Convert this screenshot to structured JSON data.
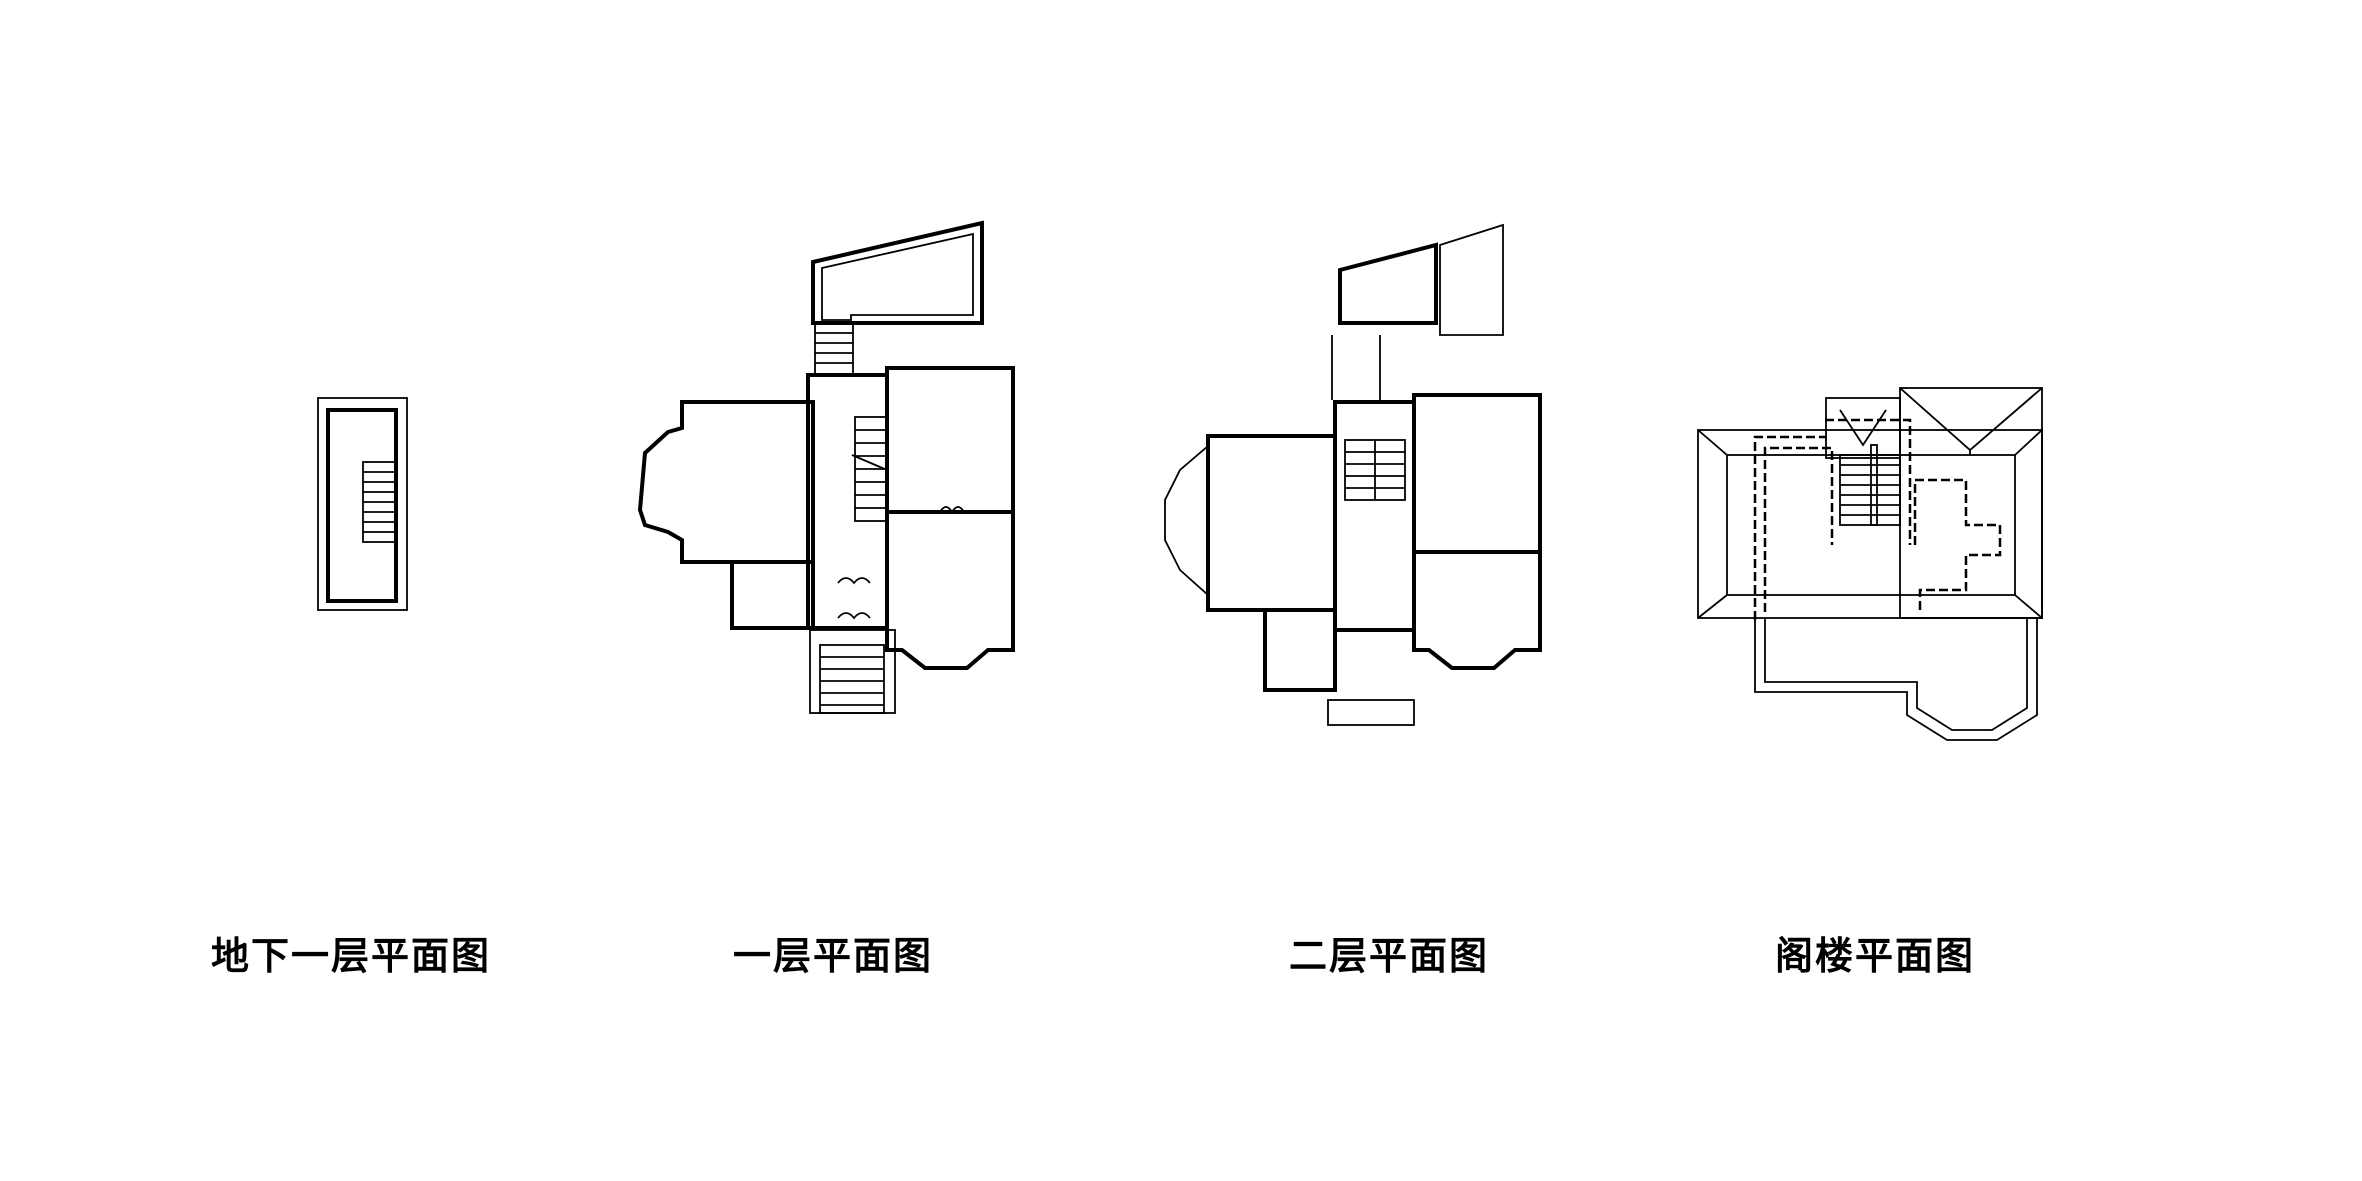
{
  "plans": [
    {
      "label": "地下一层平面图"
    },
    {
      "label": "一层平面图"
    },
    {
      "label": "二层平面图"
    },
    {
      "label": "阁楼平面图"
    }
  ]
}
